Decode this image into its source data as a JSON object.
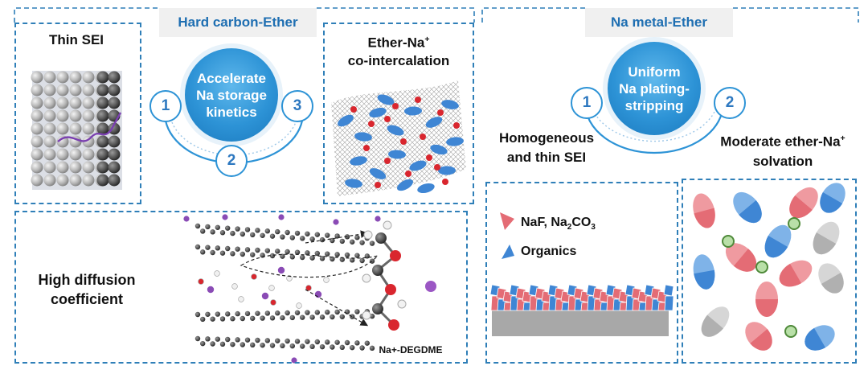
{
  "left": {
    "header": "Hard carbon-Ether",
    "circle_text": [
      "Accelerate",
      "Na storage",
      "kinetics"
    ],
    "numbers": [
      "1",
      "2",
      "3"
    ],
    "thin_sei": "Thin SEI",
    "cointercalation": [
      "Ether-Na",
      "+",
      "co-intercalation"
    ],
    "diffusion": [
      "High diffusion",
      "coefficient"
    ],
    "molecule_label": "Na+-DEGDME"
  },
  "right": {
    "header": "Na metal-Ether",
    "circle_text": [
      "Uniform",
      "Na plating-",
      "stripping"
    ],
    "numbers": [
      "1",
      "2"
    ],
    "homogeneous": [
      "Homogeneous",
      "and thin SEI"
    ],
    "solvation": [
      "Moderate ether-Na",
      "+",
      "solvation"
    ],
    "legend": {
      "naf": "NaF, Na",
      "naf_sub1": "2",
      "naf_co": "CO",
      "naf_sub2": "3",
      "organics": "Organics"
    }
  },
  "colors": {
    "accent_blue": "#2d93d6",
    "dash_blue": "#2f7fb8",
    "salt_red": "#e46c75",
    "organic_blue": "#3f86d4",
    "na_purple": "#8a4bb5",
    "grey": "#9c9c9c"
  }
}
